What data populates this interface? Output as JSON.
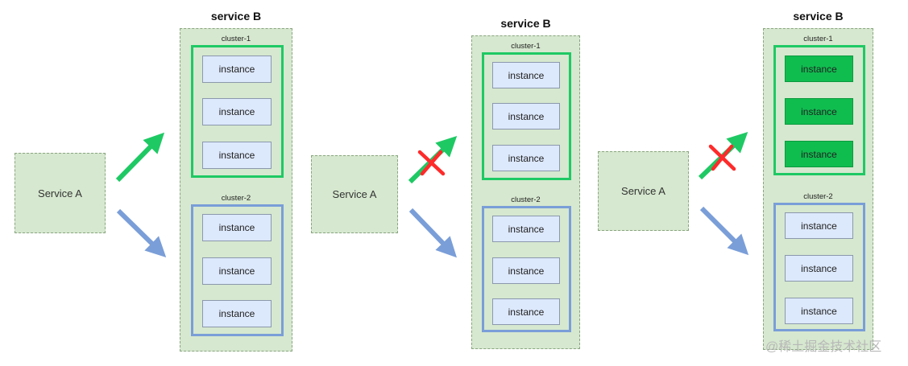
{
  "panels": [
    {
      "service_a": "Service A",
      "service_b_title": "service B",
      "cluster1": {
        "label": "cluster-1",
        "instances": [
          "instance",
          "instance",
          "instance"
        ],
        "active": false
      },
      "cluster2": {
        "label": "cluster-2",
        "instances": [
          "instance",
          "instance",
          "instance"
        ]
      },
      "route_to_cluster1_blocked": false
    },
    {
      "service_a": "Service A",
      "service_b_title": "service B",
      "cluster1": {
        "label": "cluster-1",
        "instances": [
          "instance",
          "instance",
          "instance"
        ],
        "active": false
      },
      "cluster2": {
        "label": "cluster-2",
        "instances": [
          "instance",
          "instance",
          "instance"
        ]
      },
      "route_to_cluster1_blocked": true
    },
    {
      "service_a": "Service A",
      "service_b_title": "service B",
      "cluster1": {
        "label": "cluster-1",
        "instances": [
          "instance",
          "instance",
          "instance"
        ],
        "active": true
      },
      "cluster2": {
        "label": "cluster-2",
        "instances": [
          "instance",
          "instance",
          "instance"
        ]
      },
      "route_to_cluster1_blocked": true
    }
  ],
  "colors": {
    "green_route": "#1ec964",
    "blue_route": "#7a9ed8",
    "blocked_mark": "#ff2a2a",
    "active_instance": "#0fbd4f"
  },
  "watermark": "@稀土掘金技术社区"
}
